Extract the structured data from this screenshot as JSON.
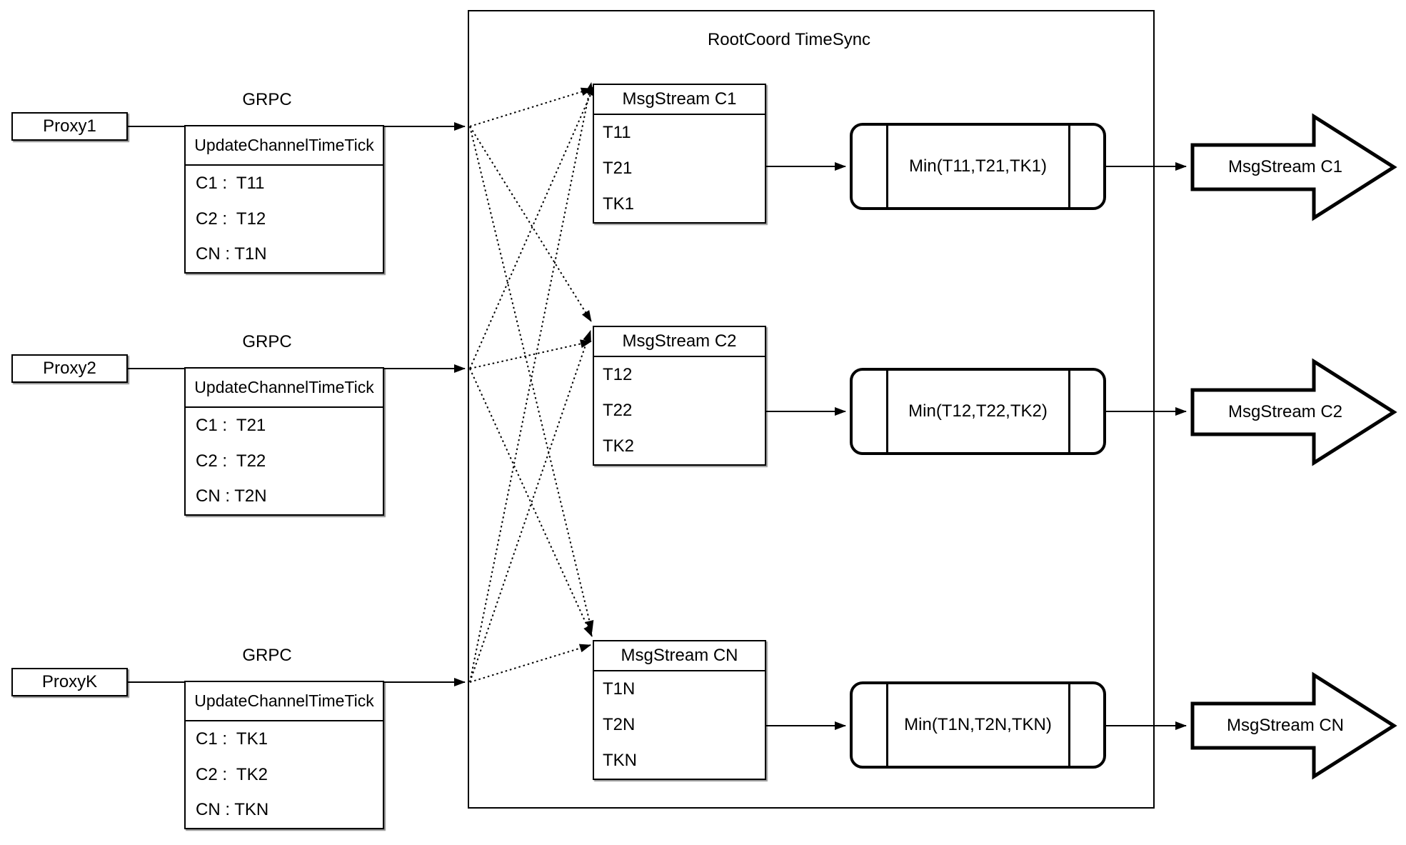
{
  "diagram": {
    "container_title": "RootCoord TimeSync",
    "grpc_label": "GRPC",
    "proxies": [
      {
        "name": "Proxy1",
        "table_header": "UpdateChannelTimeTick",
        "entries": [
          "C1 :  T11",
          "C2 :  T12",
          "CN : T1N"
        ]
      },
      {
        "name": "Proxy2",
        "table_header": "UpdateChannelTimeTick",
        "entries": [
          "C1 :  T21",
          "C2 :  T22",
          "CN : T2N"
        ]
      },
      {
        "name": "ProxyK",
        "table_header": "UpdateChannelTimeTick",
        "entries": [
          "C1 :  TK1",
          "C2 :  TK2",
          "CN : TKN"
        ]
      }
    ],
    "streams": [
      {
        "header": "MsgStream C1",
        "ticks": [
          "T11",
          "T21",
          "TK1"
        ],
        "min_label": "Min(T11,T21,TK1)",
        "output_label": "MsgStream C1"
      },
      {
        "header": "MsgStream C2",
        "ticks": [
          "T12",
          "T22",
          "TK2"
        ],
        "min_label": "Min(T12,T22,TK2)",
        "output_label": "MsgStream C2"
      },
      {
        "header": "MsgStream CN",
        "ticks": [
          "T1N",
          "T2N",
          "TKN"
        ],
        "min_label": "Min(T1N,T2N,TKN)",
        "output_label": "MsgStream CN"
      }
    ],
    "colors": {
      "stroke": "#000000",
      "background": "#ffffff"
    }
  }
}
